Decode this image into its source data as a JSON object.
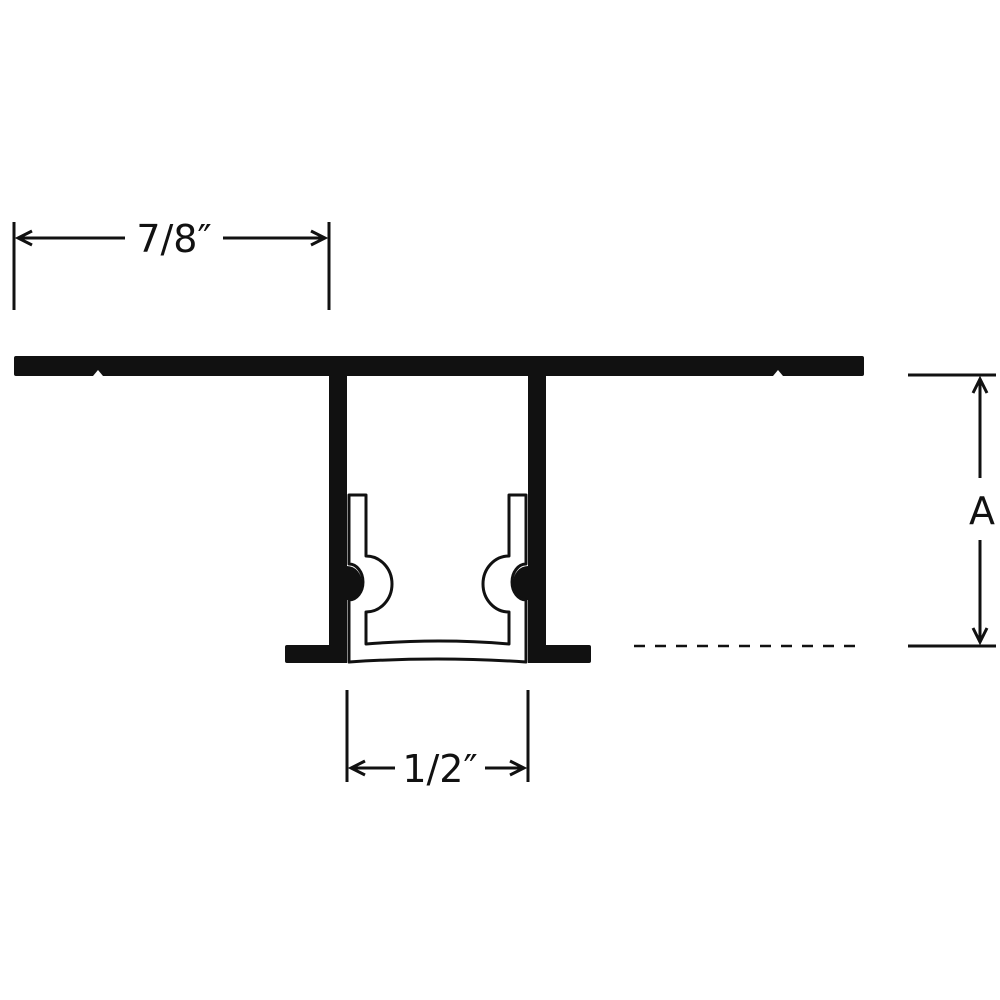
{
  "colors": {
    "profile": "#111111",
    "background": "#ffffff"
  },
  "dimensions": {
    "flange_width": "7/8″",
    "channel_width": "1/2″",
    "height": "A"
  }
}
